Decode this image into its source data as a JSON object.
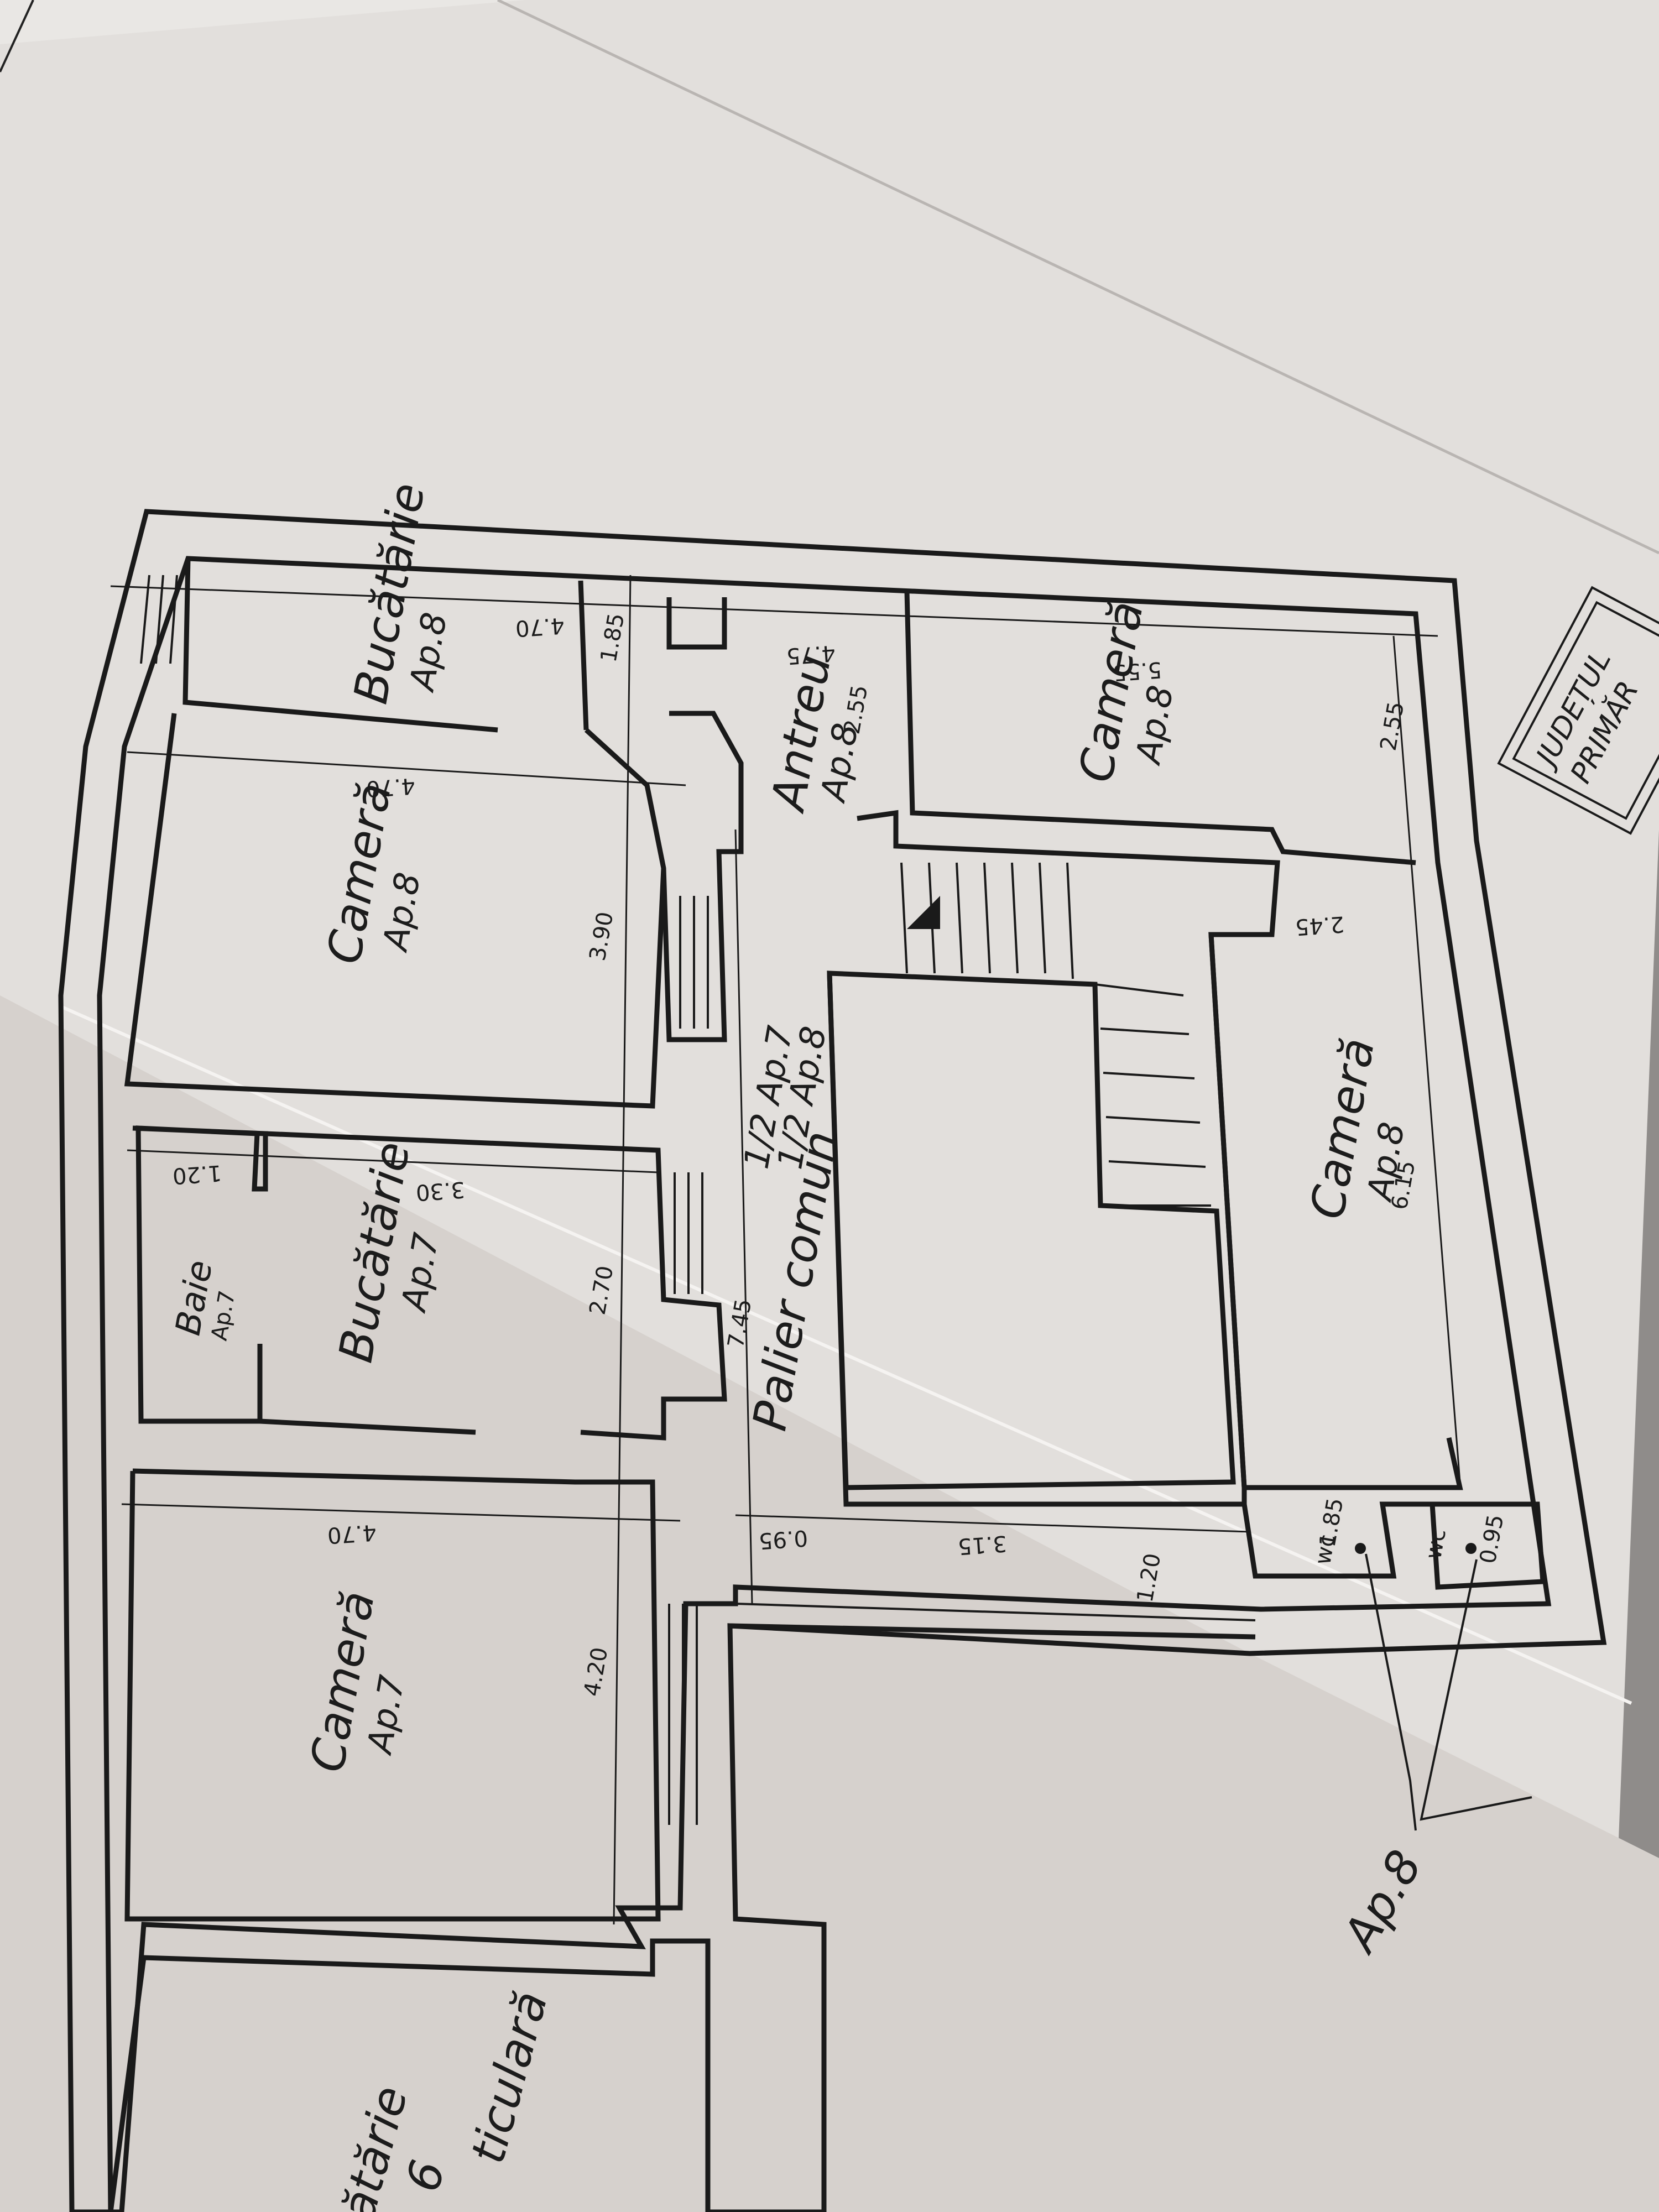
{
  "plan": {
    "rooms": {
      "bucatarie_ap8": {
        "name": "Bucătărie",
        "apt": "Ap.8"
      },
      "camera_ap8_top_left": {
        "name": "Cameră",
        "apt": "Ap.8"
      },
      "camera_ap8_top_right": {
        "name": "Cameră",
        "apt": "Ap.8"
      },
      "antreu_ap8": {
        "name": "Antreu",
        "apt": "Ap.8"
      },
      "camera_ap8_right": {
        "name": "Cameră",
        "apt": "Ap.8"
      },
      "baie_ap7": {
        "name": "Baie",
        "apt": "Ap.7"
      },
      "bucatarie_ap7": {
        "name": "Bucătărie",
        "apt": "Ap.7"
      },
      "camera_ap7": {
        "name": "Cameră",
        "apt": "Ap.7"
      },
      "palier": {
        "name": "Palier comun",
        "share1": "1/2 Ap.7",
        "share2": "1/2 Ap.8"
      },
      "wc1": {
        "name": "wc"
      },
      "wc2": {
        "name": "wc"
      },
      "partial_kitchen": {
        "name": "ătărie"
      },
      "partial_apt": {
        "apt": "6"
      },
      "partial_private": {
        "name": "ticulară"
      }
    },
    "dimensions": {
      "d1": "4.70",
      "d2": "1.85",
      "d3": "4.75",
      "d4": "2.55",
      "d5": "5.55",
      "d6": "2.55",
      "d7": "4.70",
      "d8": "3.90",
      "d9": "2.45",
      "d10": "1.20",
      "d11": "3.30",
      "d12": "6.15",
      "d13": "2.70",
      "d14": "7.45",
      "d15": "4.70",
      "d16": "0.95",
      "d17": "3.15",
      "d18": "1.20",
      "d19": "4.20",
      "d20": "1.85",
      "d21": "0.95"
    },
    "callout": "Ap.8",
    "stamp": {
      "line1": "JUDEȚUL",
      "line2": "PRIMĂR"
    }
  }
}
